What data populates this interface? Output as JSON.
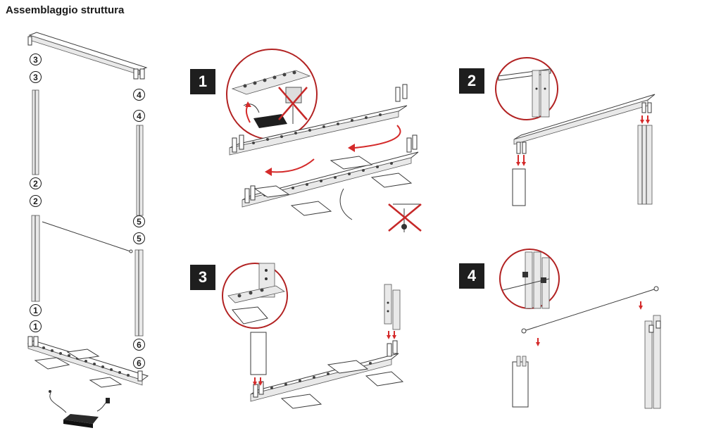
{
  "title": "Assemblaggio struttura",
  "steps": [
    "1",
    "2",
    "3",
    "4"
  ],
  "parts": {
    "p3a": "3",
    "p3b": "3",
    "p4a": "4",
    "p4b": "4",
    "p2a": "2",
    "p2b": "2",
    "p5a": "5",
    "p5b": "5",
    "p1a": "1",
    "p1b": "1",
    "p6a": "6",
    "p6b": "6"
  },
  "colors": {
    "accent": "#d42a2a",
    "zoom_border": "#b22222",
    "step_box": "#1e1e1e"
  },
  "icons": [
    "power-plug-icon",
    "no-power-icon",
    "rotate-arrow-icon",
    "down-arrow-icon",
    "power-supply-icon"
  ]
}
